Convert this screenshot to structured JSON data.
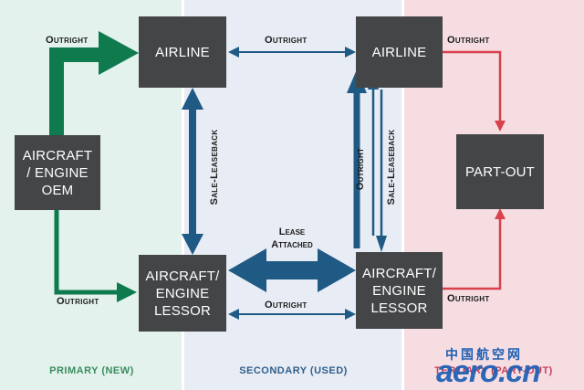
{
  "zones": {
    "primary": "PRIMARY (NEW)",
    "secondary": "SECONDARY  (USED)",
    "tertiary": "TERTIARY (PART-OUT)"
  },
  "boxes": {
    "oem": "AIRCRAFT\n/ ENGINE\nOEM",
    "airline_new": "AIRLINE",
    "lessor_new": "AIRCRAFT/\nENGINE\nLESSOR",
    "airline_used": "AIRLINE",
    "lessor_used": "AIRCRAFT/\nENGINE\nLESSOR",
    "partout": "PART-OUT"
  },
  "labels": {
    "oem_to_airline": "Outright",
    "oem_to_lessor": "Outright",
    "airline_to_airline": "Outright",
    "lessor_to_lessor": "Outright",
    "airline_to_partout": "Outright",
    "lessor_to_partout": "Outright",
    "sale_leaseback_primary": "Sale-Leaseback",
    "outright_vertical": "Outright",
    "sale_leaseback_secondary": "Sale-Leaseback",
    "lease_attached": "Lease\nAttached"
  },
  "colors": {
    "primary_arrow": "#0e7a4e",
    "secondary_arrow": "#1f5a85",
    "tertiary_arrow": "#d9414d",
    "primary_label": "#3a8c5f",
    "secondary_label": "#2f5f8c",
    "tertiary_label": "#c6405a"
  },
  "watermark": {
    "cn": "中国航空网",
    "en": "aero.cn"
  }
}
